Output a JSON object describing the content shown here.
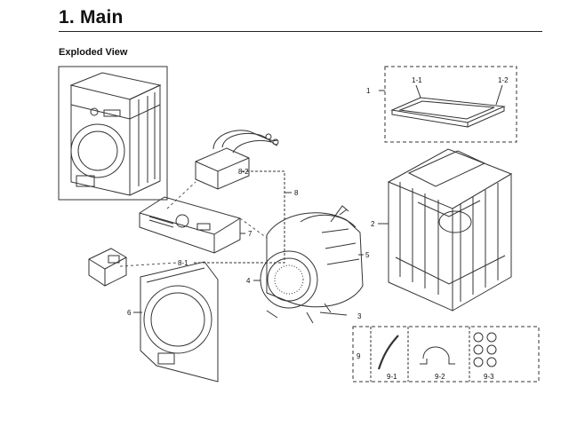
{
  "page": {
    "title": "1.  Main",
    "subtitle": "Exploded View"
  },
  "labels": {
    "p1": "1",
    "p1_1": "1-1",
    "p1_2": "1-2",
    "p2": "2",
    "p3": "3",
    "p4": "4",
    "p5": "5",
    "p6": "6",
    "p7": "7",
    "p8": "8",
    "p8_1": "8-1",
    "p8_2": "8-2",
    "p9": "9",
    "p9_1": "9-1",
    "p9_2": "9-2",
    "p9_3": "9-3"
  },
  "colors": {
    "line": "#333333",
    "background": "#ffffff"
  }
}
